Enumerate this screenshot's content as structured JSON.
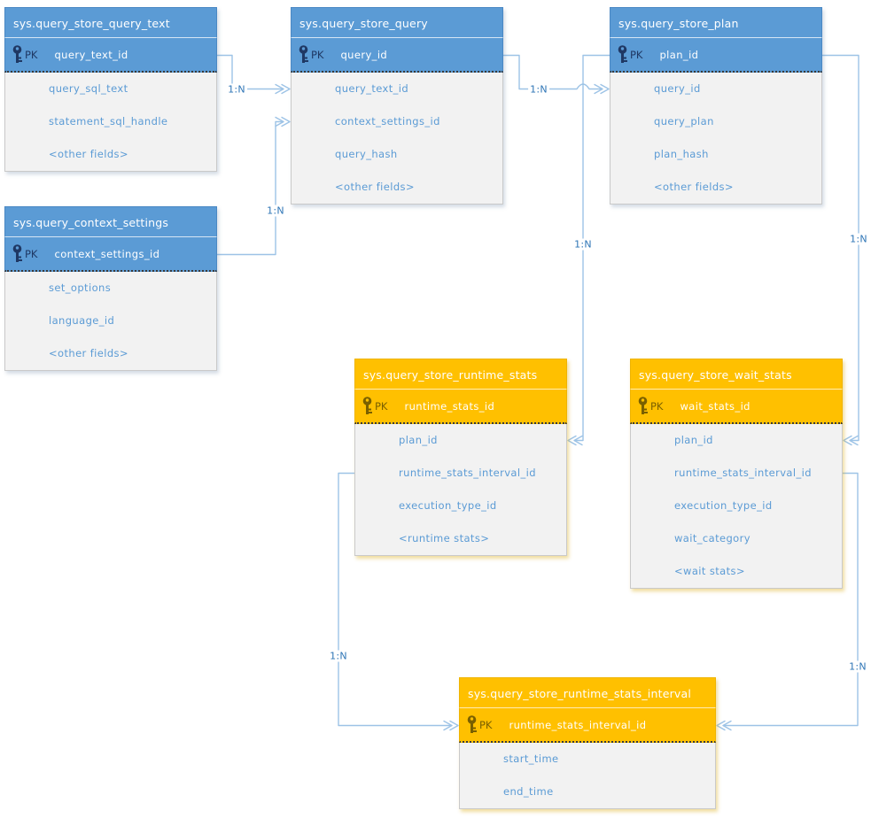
{
  "tables": [
    {
      "title": "sys.query_store_query_text",
      "theme": "blue",
      "pk_label": "PK",
      "pk_field": "query_text_id",
      "fields": [
        "query_sql_text",
        "statement_sql_handle",
        "<other fields>"
      ]
    },
    {
      "title": "sys.query_store_query",
      "theme": "blue",
      "pk_label": "PK",
      "pk_field": "query_id",
      "fields": [
        "query_text_id",
        "context_settings_id",
        "query_hash",
        "<other fields>"
      ]
    },
    {
      "title": "sys.query_store_plan",
      "theme": "blue",
      "pk_label": "PK",
      "pk_field": "plan_id",
      "fields": [
        "query_id",
        "query_plan",
        "plan_hash",
        "<other fields>"
      ]
    },
    {
      "title": "sys.query_context_settings",
      "theme": "blue",
      "pk_label": "PK",
      "pk_field": "context_settings_id",
      "fields": [
        "set_options",
        "language_id",
        "<other fields>"
      ]
    },
    {
      "title": "sys.query_store_runtime_stats",
      "theme": "orange",
      "pk_label": "PK",
      "pk_field": "runtime_stats_id",
      "fields": [
        "plan_id",
        "runtime_stats_interval_id",
        "execution_type_id",
        "<runtime stats>"
      ]
    },
    {
      "title": "sys.query_store_wait_stats",
      "theme": "orange",
      "pk_label": "PK",
      "pk_field": "wait_stats_id",
      "fields": [
        "plan_id",
        "runtime_stats_interval_id",
        "execution_type_id",
        "wait_category",
        "<wait stats>"
      ]
    },
    {
      "title": "sys.query_store_runtime_stats_interval",
      "theme": "orange",
      "pk_label": "PK",
      "pk_field": "runtime_stats_interval_id",
      "fields": [
        "start_time",
        "end_time"
      ]
    }
  ],
  "connectors": [
    {
      "label": "1:N",
      "from": "sys.query_store_query_text.query_text_id",
      "to": "sys.query_store_query.query_text_id"
    },
    {
      "label": "1:N",
      "from": "sys.query_context_settings.context_settings_id",
      "to": "sys.query_store_query.context_settings_id"
    },
    {
      "label": "1:N",
      "from": "sys.query_store_query.query_id",
      "to": "sys.query_store_plan.query_id"
    },
    {
      "label": "1:N",
      "from": "sys.query_store_plan.plan_id",
      "to": "sys.query_store_runtime_stats.plan_id"
    },
    {
      "label": "1:N",
      "from": "sys.query_store_plan.plan_id",
      "to": "sys.query_store_wait_stats.plan_id"
    },
    {
      "label": "1:N",
      "from": "sys.query_store_runtime_stats.runtime_stats_interval_id",
      "to": "sys.query_store_runtime_stats_interval.runtime_stats_interval_id"
    },
    {
      "label": "1:N",
      "from": "sys.query_store_wait_stats.runtime_stats_interval_id",
      "to": "sys.query_store_runtime_stats_interval.runtime_stats_interval_id"
    }
  ],
  "colors": {
    "blue_header": "#5B9BD5",
    "orange_header": "#FFC000",
    "body_background": "#F2F2F2",
    "field_text": "#5B9BD5",
    "connector_line": "#9DC3E6",
    "connector_label": "#2E75B6",
    "pk_icon_blue": "#1F3864",
    "pk_icon_orange": "#7A6000"
  }
}
